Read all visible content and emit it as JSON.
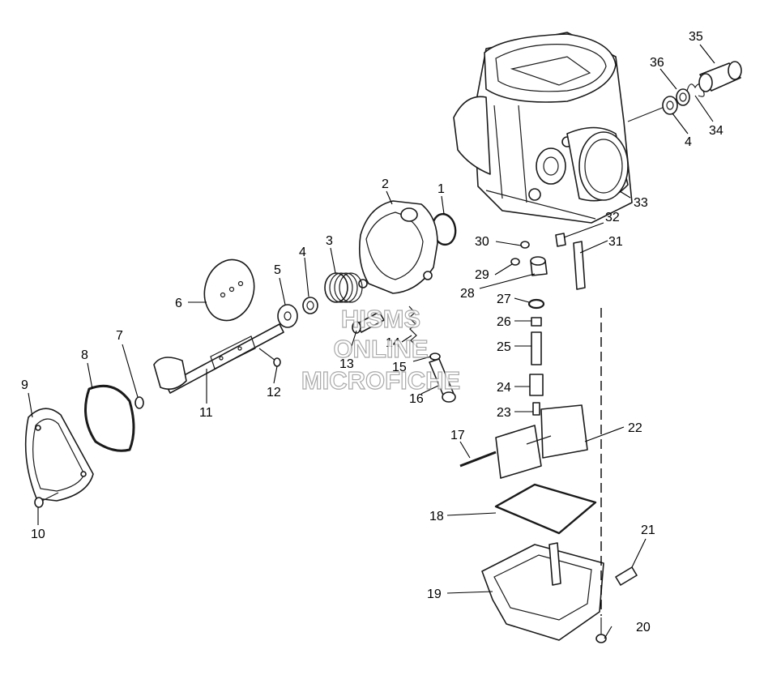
{
  "watermark": {
    "lines": [
      "HISMS",
      "ONLINE",
      "MICROFICHE"
    ],
    "is_logo": true
  },
  "callouts": [
    {
      "id": "c1",
      "label": "1"
    },
    {
      "id": "c2",
      "label": "2"
    },
    {
      "id": "c3",
      "label": "3"
    },
    {
      "id": "c4a",
      "label": "4"
    },
    {
      "id": "c4b",
      "label": "4"
    },
    {
      "id": "c5",
      "label": "5"
    },
    {
      "id": "c6",
      "label": "6"
    },
    {
      "id": "c7",
      "label": "7"
    },
    {
      "id": "c8",
      "label": "8"
    },
    {
      "id": "c9",
      "label": "9"
    },
    {
      "id": "c10",
      "label": "10"
    },
    {
      "id": "c11",
      "label": "11"
    },
    {
      "id": "c12",
      "label": "12"
    },
    {
      "id": "c13",
      "label": "13"
    },
    {
      "id": "c14",
      "label": "14"
    },
    {
      "id": "c15",
      "label": "15"
    },
    {
      "id": "c16",
      "label": "16"
    },
    {
      "id": "c17",
      "label": "17"
    },
    {
      "id": "c18",
      "label": "18"
    },
    {
      "id": "c19",
      "label": "19"
    },
    {
      "id": "c20",
      "label": "20"
    },
    {
      "id": "c21",
      "label": "21"
    },
    {
      "id": "c22",
      "label": "22"
    },
    {
      "id": "c23",
      "label": "23"
    },
    {
      "id": "c24",
      "label": "24"
    },
    {
      "id": "c25",
      "label": "25"
    },
    {
      "id": "c26",
      "label": "26"
    },
    {
      "id": "c27",
      "label": "27"
    },
    {
      "id": "c28",
      "label": "28"
    },
    {
      "id": "c29",
      "label": "29"
    },
    {
      "id": "c30",
      "label": "30"
    },
    {
      "id": "c31",
      "label": "31"
    },
    {
      "id": "c32",
      "label": "32"
    },
    {
      "id": "c33",
      "label": "33"
    },
    {
      "id": "c34",
      "label": "34"
    },
    {
      "id": "c35",
      "label": "35"
    },
    {
      "id": "c36",
      "label": "36"
    }
  ]
}
